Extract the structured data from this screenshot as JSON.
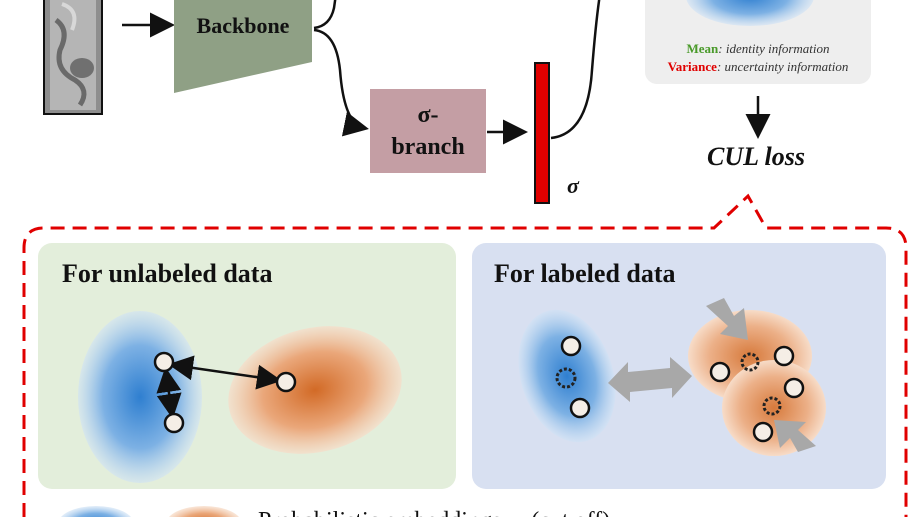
{
  "pipeline": {
    "backbone_label": "Backbone",
    "sigma_branch_line1": "σ-",
    "sigma_branch_line2": "branch",
    "sigma_symbol": "σ",
    "loss_label": "CUL loss"
  },
  "legend_box": {
    "mean_key": "Mean",
    "mean_text": ": identity information",
    "variance_key": "Variance",
    "variance_text": ": uncertainty information"
  },
  "panels": {
    "unlabeled_title": "For unlabeled data",
    "labeled_title": "For labeled data"
  },
  "bottom_legend": {
    "text": "Probabilistic embeddings ... (cut off)"
  },
  "colors": {
    "backbone_fill": "#8fa085",
    "sigma_branch_fill": "#c49ea4",
    "sigma_bar": "#e00000",
    "dashed_border": "#e00000",
    "unlabeled_panel_bg": "#e3eedb",
    "labeled_panel_bg": "#d8e0f1",
    "blue_blob": "#3b86d1",
    "orange_blob": "#d9793b",
    "mean_color": "#4a9a2a",
    "variance_color": "#e00000",
    "gray_arrow": "#a8a8a8"
  }
}
